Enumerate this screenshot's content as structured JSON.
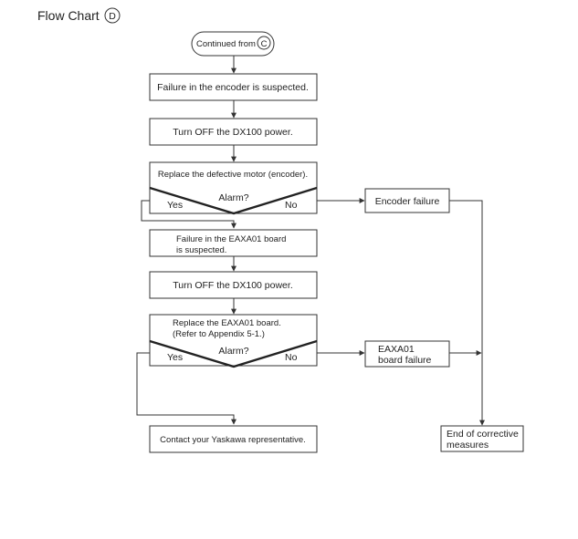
{
  "title": {
    "text": "Flow Chart",
    "marker": "D"
  },
  "start": {
    "text": "Continued from",
    "marker": "C"
  },
  "steps": {
    "s1": "Failure in the encoder is suspected.",
    "s2": "Turn OFF the DX100 power.",
    "s3": "Replace the defective motor (encoder).",
    "s4_line1": "Failure in the EAXA01 board",
    "s4_line2": "is suspected.",
    "s5": "Turn OFF the DX100 power.",
    "s6_line1": "Replace the EAXA01 board.",
    "s6_line2": "(Refer to Appendix 5-1.)",
    "s7": "Contact your Yaskawa representative."
  },
  "decisions": [
    {
      "question": "Alarm?",
      "yes": "Yes",
      "no": "No"
    },
    {
      "question": "Alarm?",
      "yes": "Yes",
      "no": "No"
    }
  ],
  "outcomes": {
    "encoder_failure": "Encoder failure",
    "eaxa01_line1": "EAXA01",
    "eaxa01_line2": "board failure",
    "end_line1": "End of corrective",
    "end_line2": "measures"
  }
}
